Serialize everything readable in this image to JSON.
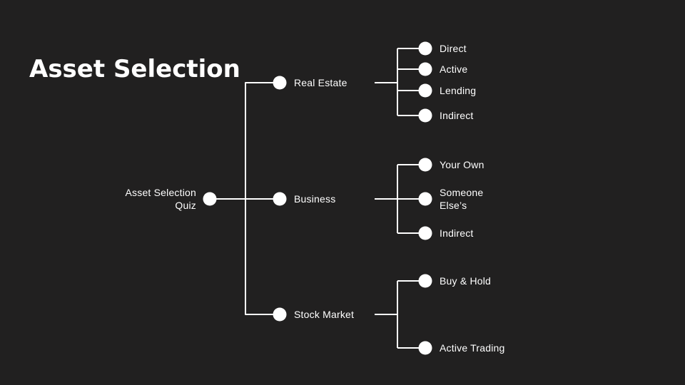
{
  "slide": {
    "title": "Asset Selection",
    "background_color": "#212020",
    "text_color": "#ffffff",
    "line_color": "#ffffff"
  },
  "mindmap": {
    "root": {
      "label": "Asset Selection\nQuiz"
    },
    "branches": [
      {
        "label": "Real Estate",
        "children": [
          {
            "label": "Direct"
          },
          {
            "label": "Active"
          },
          {
            "label": "Lending"
          },
          {
            "label": "Indirect"
          }
        ]
      },
      {
        "label": "Business",
        "children": [
          {
            "label": "Your Own"
          },
          {
            "label": "Someone\nElse’s"
          },
          {
            "label": "Indirect"
          }
        ]
      },
      {
        "label": "Stock Market",
        "children": [
          {
            "label": "Buy & Hold"
          },
          {
            "label": "Active Trading"
          }
        ]
      }
    ]
  }
}
